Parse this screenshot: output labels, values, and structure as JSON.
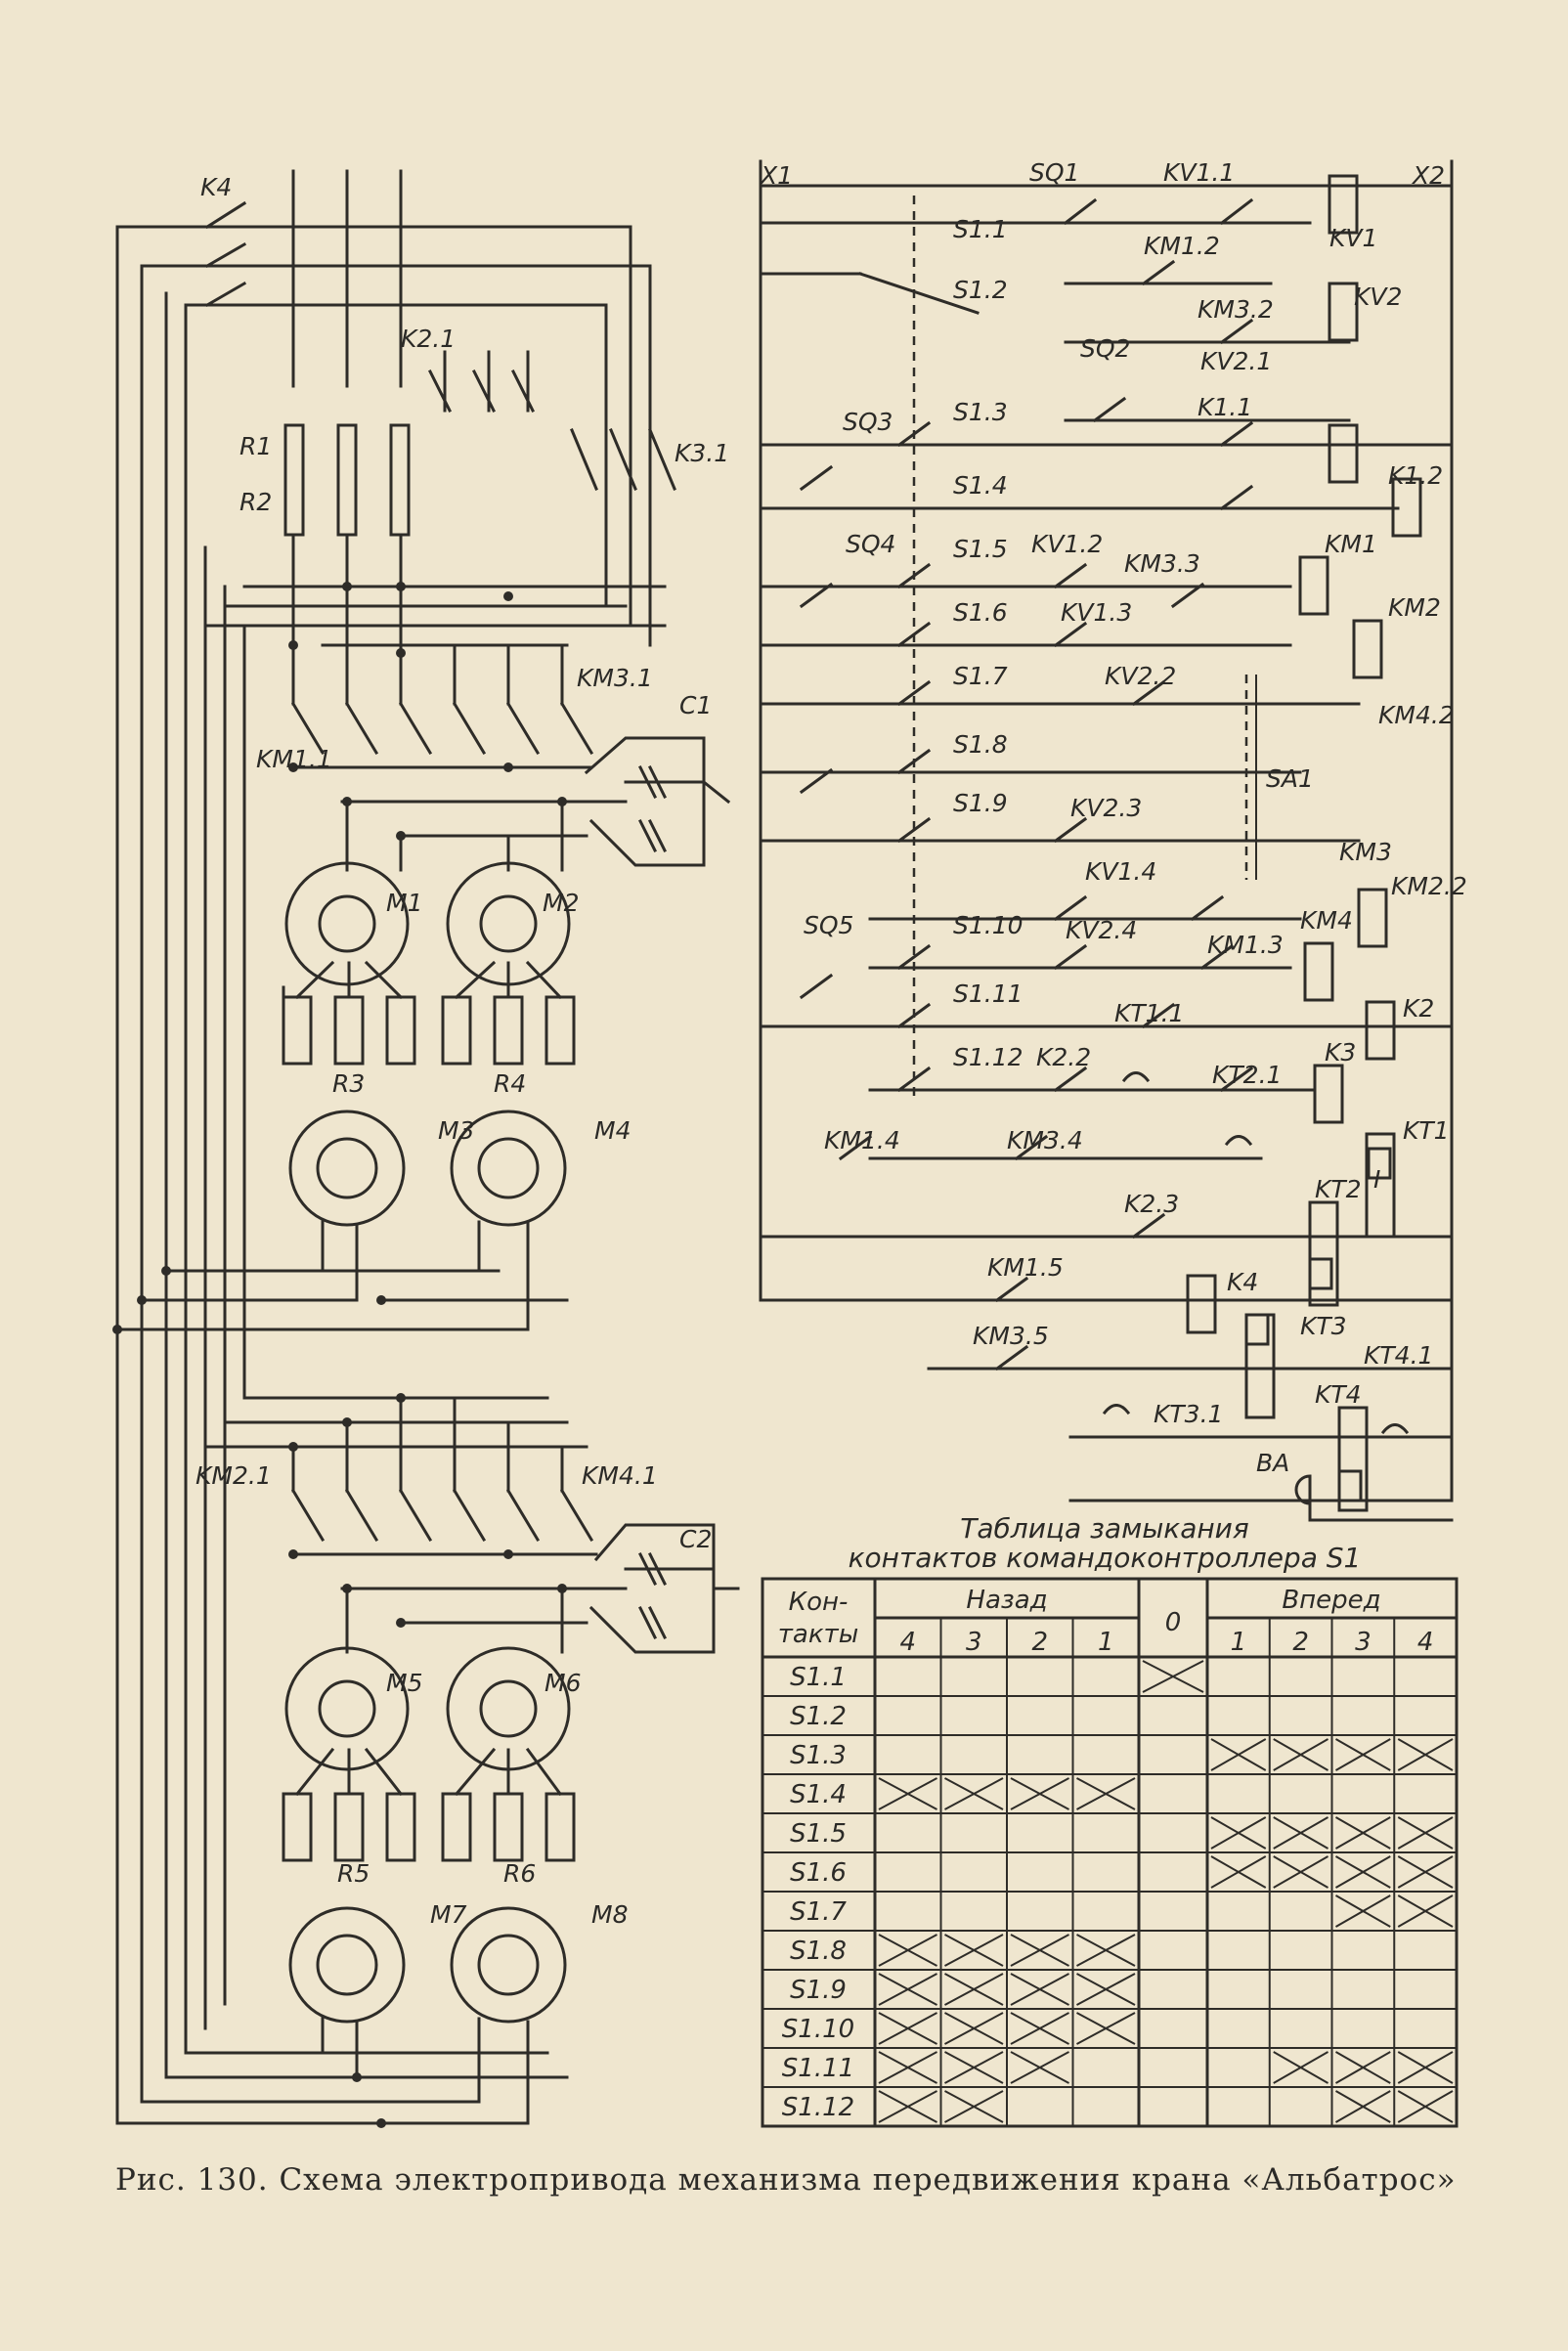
{
  "caption": "Рис. 130. Схема электропривода механизма передвижения крана «Альбатрос»",
  "power_circuit": {
    "labels": [
      "K4",
      "K2.1",
      "R1",
      "R2",
      "K3.1",
      "KM3.1",
      "KM1.1",
      "C1",
      "M1",
      "M2",
      "R3",
      "R4",
      "M3",
      "M4",
      "KM2.1",
      "KM4.1",
      "C2",
      "M5",
      "M6",
      "R5",
      "R6",
      "M7",
      "M8"
    ]
  },
  "control_circuit": {
    "labels": [
      "X1",
      "X2",
      "SQ1",
      "KV1.1",
      "KV1",
      "S1.1",
      "S1.2",
      "KM1.2",
      "KM3.2",
      "KV2",
      "SQ2",
      "KV2.1",
      "SQ3",
      "S1.3",
      "S1.4",
      "K1.1",
      "K1.2",
      "SQ4",
      "S1.5",
      "KV1.2",
      "KM3.3",
      "KM1",
      "S1.6",
      "KV1.3",
      "KM2",
      "S1.7",
      "KV2.2",
      "KM4.2",
      "SA1",
      "S1.8",
      "S1.9",
      "KV2.3",
      "KV1.4",
      "KM3",
      "KM2.2",
      "SQ5",
      "S1.10",
      "KV2.4",
      "KM1.3",
      "KM4",
      "S1.11",
      "KT1.1",
      "K2",
      "S1.12",
      "K2.2",
      "KT2.1",
      "K3",
      "KM1.4",
      "KM3.4",
      "KT1",
      "KT2",
      "K2.3",
      "KM1.5",
      "K4",
      "KM3.5",
      "KT3",
      "KT4.1",
      "KT4",
      "KT3.1",
      "BA",
      "I"
    ]
  },
  "table": {
    "title_line1": "Таблица замыкания",
    "title_line2": "контактов командоконтроллера S1",
    "header_contacts": "Кон-\nтакты",
    "header_contacts_l1": "Кон-",
    "header_contacts_l2": "такты",
    "header_back": "Назад",
    "header_zero": "0",
    "header_forward": "Вперед",
    "positions": [
      "4",
      "3",
      "2",
      "1",
      "0",
      "1",
      "2",
      "3",
      "4"
    ],
    "rows": [
      {
        "name": "S1.1",
        "closed": [
          4
        ]
      },
      {
        "name": "S1.2",
        "closed": []
      },
      {
        "name": "S1.3",
        "closed": [
          5,
          6,
          7,
          8
        ]
      },
      {
        "name": "S1.4",
        "closed": [
          0,
          1,
          2,
          3
        ]
      },
      {
        "name": "S1.5",
        "closed": [
          5,
          6,
          7,
          8
        ]
      },
      {
        "name": "S1.6",
        "closed": [
          5,
          6,
          7,
          8
        ]
      },
      {
        "name": "S1.7",
        "closed": [
          7,
          8
        ]
      },
      {
        "name": "S1.8",
        "closed": [
          0,
          1,
          2,
          3
        ]
      },
      {
        "name": "S1.9",
        "closed": [
          0,
          1,
          2,
          3
        ]
      },
      {
        "name": "S1.10",
        "closed": [
          0,
          1,
          2,
          3
        ]
      },
      {
        "name": "S1.11",
        "closed": [
          0,
          1,
          2,
          6,
          7,
          8
        ]
      },
      {
        "name": "S1.12",
        "closed": [
          0,
          1,
          7,
          8
        ]
      }
    ]
  }
}
